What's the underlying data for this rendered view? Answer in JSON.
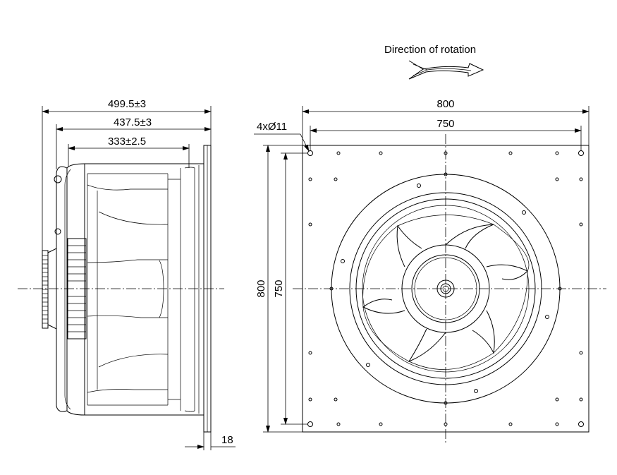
{
  "annotations": {
    "rotation_label": "Direction of rotation"
  },
  "side_view": {
    "dim_overall": "499.5±3",
    "dim_inlet": "437.5±3",
    "dim_wheel": "333±2.5",
    "dim_flange": "18"
  },
  "front_view": {
    "dim_width": "800",
    "dim_hole_spacing_h": "750",
    "dim_height": "800",
    "dim_hole_spacing_v": "750",
    "hole_callout": "4xØ11"
  }
}
